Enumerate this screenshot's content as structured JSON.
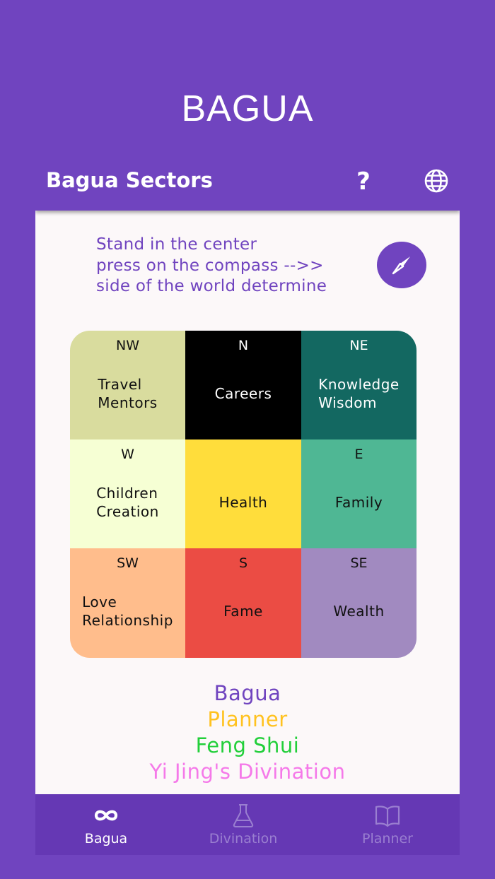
{
  "page_title": "BAGUA",
  "app_bar": {
    "title": "Bagua Sectors",
    "help_label": "?"
  },
  "instructions": {
    "line1": "Stand in the center",
    "line2": "press on the compass -->>",
    "line3": "side of the world determine"
  },
  "grid": [
    {
      "dir": "NW",
      "label": "Travel\nMentors",
      "bg": "#d9dc9e",
      "fg": "#111111"
    },
    {
      "dir": "N",
      "label": "Careers",
      "bg": "#000000",
      "fg": "#ffffff"
    },
    {
      "dir": "NE",
      "label": "Knowledge\nWisdom",
      "bg": "#136861",
      "fg": "#ffffff"
    },
    {
      "dir": "W",
      "label": "Children\nCreation",
      "bg": "#f6ffd4",
      "fg": "#111111"
    },
    {
      "dir": "",
      "label": "Health",
      "bg": "#ffdd3b",
      "fg": "#111111"
    },
    {
      "dir": "E",
      "label": "Family",
      "bg": "#4fb794",
      "fg": "#111111"
    },
    {
      "dir": "SW",
      "label": "Love\nRelationship",
      "bg": "#ffbd8c",
      "fg": "#111111"
    },
    {
      "dir": "S",
      "label": "Fame",
      "bg": "#eb4c44",
      "fg": "#111111"
    },
    {
      "dir": "SE",
      "label": "Wealth",
      "bg": "#a18ac0",
      "fg": "#111111"
    }
  ],
  "links": {
    "bagua": "Bagua",
    "planner": "Planner",
    "feng_shui": "Feng Shui",
    "divination": "Yi Jing's Divination"
  },
  "link_colors": {
    "bagua": "#7044bf",
    "planner": "#ffc21f",
    "feng_shui": "#22cf3a",
    "divination": "#f579e9"
  },
  "nav": {
    "items": [
      {
        "label": "Bagua",
        "icon": "infinity-icon",
        "active": true
      },
      {
        "label": "Divination",
        "icon": "flask-icon",
        "active": false
      },
      {
        "label": "Planner",
        "icon": "book-icon",
        "active": false
      }
    ]
  },
  "colors": {
    "primary": "#7044bf",
    "nav_bg": "#6538b4",
    "nav_inactive": "#9a7fd0",
    "surface": "#fcf8f9"
  }
}
